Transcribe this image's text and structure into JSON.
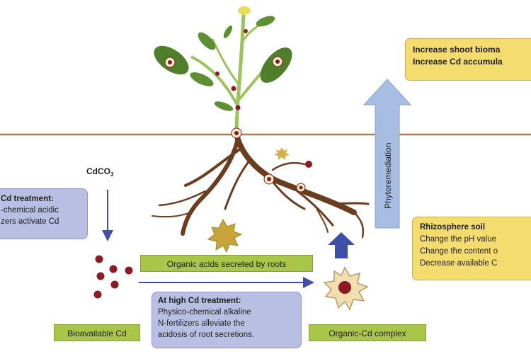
{
  "labels": {
    "cdco3": "CdCO",
    "cdco3_sub": "3",
    "phytoremediation": "Phytoremediation"
  },
  "boxes": {
    "shoot": {
      "lines": [
        "Increase shoot bioma",
        "Increase Cd accumula"
      ]
    },
    "low_cd": {
      "title": "Cd treatment:",
      "lines": [
        "-chemical acidic",
        "zers activate Cd"
      ]
    },
    "rhizosphere": {
      "title": "Rhizosphere soil",
      "lines": [
        "Change the pH value",
        "Change the content o",
        "Decrease available C"
      ]
    },
    "organic_acids": "Organic acids secreted by roots",
    "high_cd": {
      "title": "At high Cd treatment:",
      "lines": [
        "Physico-chemical alkaline",
        "N-fertilizers alleviate the",
        "acidosis of root secretions."
      ]
    },
    "bioavailable": "Bioavailable Cd",
    "complex": "Organic-Cd complex"
  },
  "colors": {
    "soil_line": "#b47a4a",
    "root": "#6b3d1f",
    "leaf": "#4f7f2a",
    "stem": "#9cc35a",
    "cd_dot": "#8b1a22",
    "arrow_blue": "#3f4fa8",
    "phyto_arrow": "#a7bde2",
    "yellow_box": "#f5dc6e",
    "purple_box": "#b9bfe3",
    "green_box": "#a9c64a"
  }
}
